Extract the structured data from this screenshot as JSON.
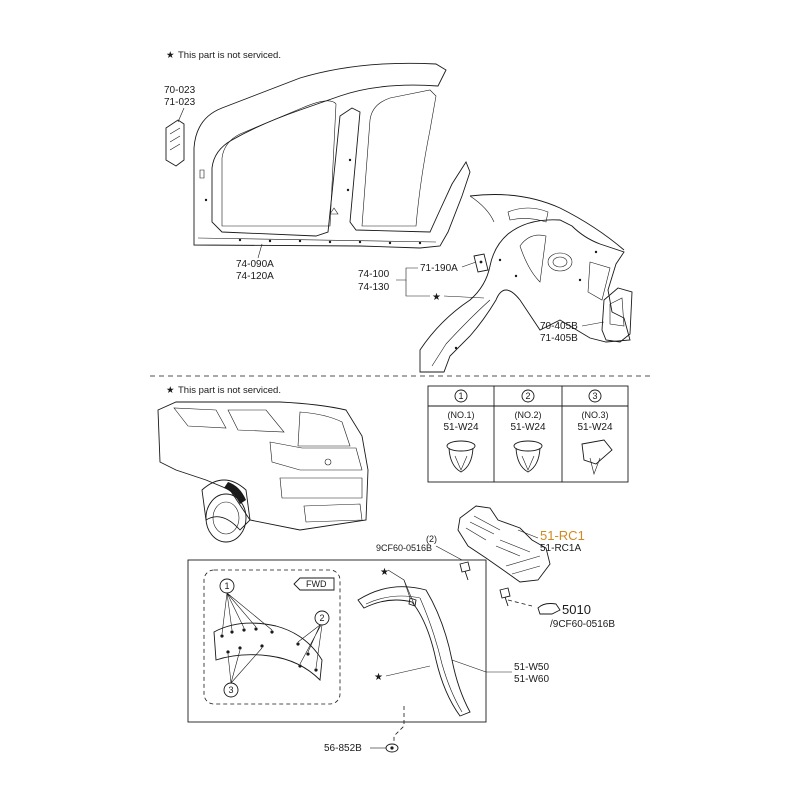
{
  "notes": {
    "top": "This part is not serviced.",
    "bottom": "This part is not serviced."
  },
  "star_symbol": "★",
  "top_section": {
    "labels": {
      "p70_023": "70-023",
      "p71_023": "71-023",
      "p74_090A": "74-090A",
      "p74_120A": "74-120A",
      "p74_100": "74-100",
      "p74_130": "74-130",
      "p71_190A": "71-190A",
      "p70_405B": "70-405B",
      "p71_405B": "71-405B"
    }
  },
  "clip_table": {
    "columns": [
      {
        "number": "1",
        "name": "(NO.1)",
        "part": "51-W24"
      },
      {
        "number": "2",
        "name": "(NO.2)",
        "part": "51-W24"
      },
      {
        "number": "3",
        "name": "(NO.3)",
        "part": "51-W24"
      }
    ]
  },
  "bottom_section": {
    "labels": {
      "p51_RC1": "51-RC1",
      "p51_RC1A": "51-RC1A",
      "callout_2": "(2)",
      "p9CF60_0516B": "9CF60-0516B",
      "p5010": "5010",
      "p9CF60_0516B_alt": "/9CF60-0516B",
      "p51_W50": "51-W50",
      "p51_W60": "51-W60",
      "p56_852B": "56-852B",
      "fwd": "FWD"
    },
    "inset_callouts": [
      "1",
      "2",
      "3"
    ]
  },
  "colors": {
    "highlight": "#d08a1e",
    "line": "#1a1a1a"
  }
}
